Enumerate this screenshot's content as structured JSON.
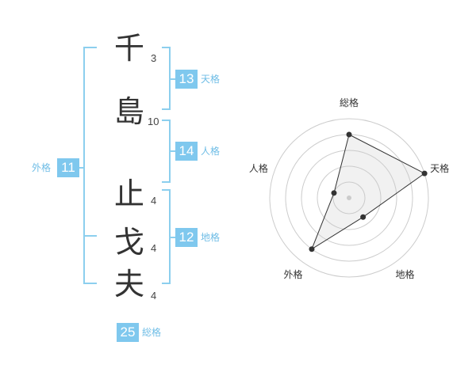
{
  "name": {
    "chars": [
      "千",
      "島",
      "止",
      "戈",
      "夫"
    ],
    "strokes": [
      "3",
      "10",
      "4",
      "4",
      "4"
    ]
  },
  "fortune": {
    "ten": {
      "value": "13",
      "label": "天格"
    },
    "jin": {
      "value": "14",
      "label": "人格"
    },
    "chi": {
      "value": "12",
      "label": "地格"
    },
    "gai": {
      "value": "11",
      "label": "外格"
    },
    "so": {
      "value": "25",
      "label": "総格"
    }
  },
  "colors": {
    "accent": "#7fc8ee",
    "accent_text": "#6fbde6",
    "bracket": "#8ccfee"
  },
  "chart_data": {
    "type": "radar",
    "axes": [
      "総格",
      "天格",
      "地格",
      "外格",
      "人格"
    ],
    "max": 5,
    "rings": 5,
    "values": [
      4,
      5,
      1.5,
      4,
      1
    ]
  }
}
